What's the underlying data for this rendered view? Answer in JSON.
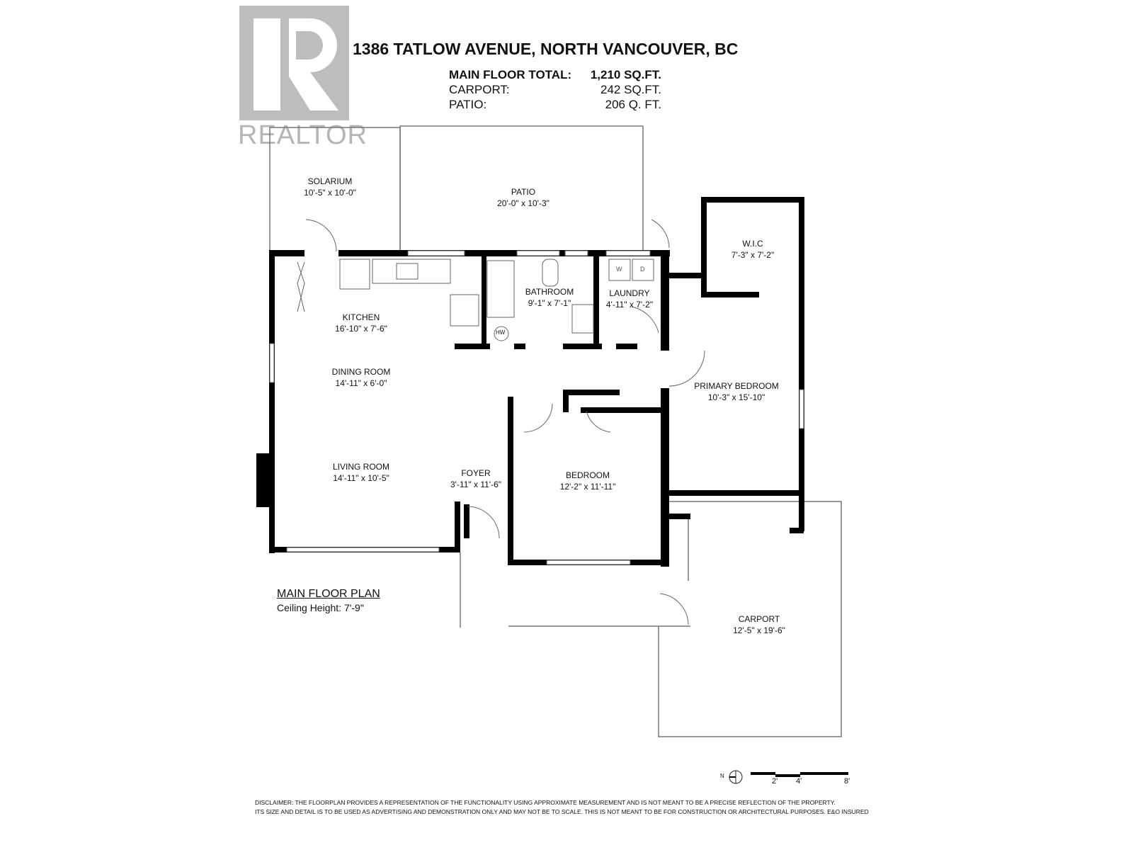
{
  "logo": {
    "word": "REALTOR",
    "mark": "R"
  },
  "header": {
    "title": "1386 TATLOW AVENUE, NORTH VANCOUVER, BC",
    "areas": [
      {
        "label": "MAIN FLOOR TOTAL:",
        "value": "1,210 SQ.FT."
      },
      {
        "label": "CARPORT:",
        "value": "242 SQ.FT."
      },
      {
        "label": "PATIO:",
        "value": "206 Q. FT."
      }
    ]
  },
  "rooms": {
    "solarium": {
      "name": "SOLARIUM",
      "dims": "10'-5\" x 10'-0\""
    },
    "patio": {
      "name": "PATIO",
      "dims": "20'-0\" x 10'-3\""
    },
    "wic": {
      "name": "W.I.C",
      "dims": "7'-3\" x 7'-2\""
    },
    "bathroom": {
      "name": "BATHROOM",
      "dims": "9'-1\" x 7'-1\""
    },
    "laundry": {
      "name": "LAUNDRY",
      "dims": "4'-11\" x 7'-2\""
    },
    "kitchen": {
      "name": "KITCHEN",
      "dims": "16'-10\" x 7'-6\""
    },
    "dining": {
      "name": "DINING ROOM",
      "dims": "14'-11\" x 6'-0\""
    },
    "primary_bedroom": {
      "name": "PRIMARY BEDROOM",
      "dims": "10'-3\" x 15'-10\""
    },
    "living": {
      "name": "LIVING ROOM",
      "dims": "14'-11\" x 10'-5\""
    },
    "foyer": {
      "name": "FOYER",
      "dims": "3'-11\" x 11'-6\""
    },
    "bedroom": {
      "name": "BEDROOM",
      "dims": "12'-2\" x 11'-11\""
    },
    "carport": {
      "name": "CARPORT",
      "dims": "12'-5\" x 19'-6\""
    }
  },
  "fixtures": {
    "hot_water": "HW",
    "washer": "W",
    "dryer": "D"
  },
  "plan": {
    "title": "MAIN FLOOR PLAN",
    "ceiling": "Ceiling Height: 7'-9\""
  },
  "compass": {
    "label": "N"
  },
  "scale": {
    "ticks": [
      "2'",
      "4'",
      "8'"
    ]
  },
  "disclaimer": [
    "DISCLAIMER: THE FLOORPLAN PROVIDES A REPRESENTATION OF THE FUNCTIONALITY USING APPROXIMATE MEASUREMENT AND IS NOT MEANT TO BE A PRECISE REFLECTION OF THE PROPERTY.",
    "ITS SIZE AND DETAIL IS TO BE USED AS ADVERTISING AND DEMONSTRATION ONLY AND MAY NOT BE TO SCALE. THIS IS NOT MEANT TO BE FOR CONSTRUCTION OR ARCHITECTURAL PURPOSES. E&O INSURED"
  ]
}
